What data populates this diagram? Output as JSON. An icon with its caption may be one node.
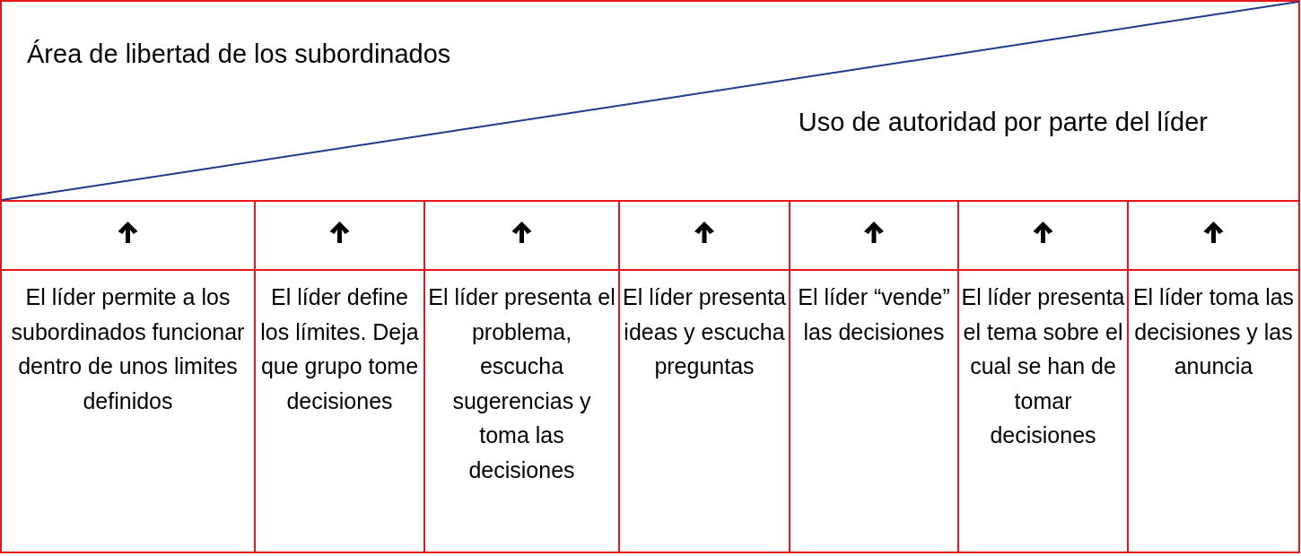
{
  "diagram": {
    "labels": [
      "Área de libertad de los subordinados",
      "Uso de autoridad por parte del líder",
      "El líder permite a los subordinados funcionar dentro de unos limites definidos",
      "El líder define los límites. Deja que grupo tome decisiones",
      "El líder presenta el problema, escucha sugerencias y toma las decisiones",
      "El líder presenta ideas y escucha preguntas",
      "El líder “vende” las decisiones",
      "El líder presenta el tema sobre el cual se han de tomar decisiones",
      "El líder toma las decisiones y las anuncia"
    ]
  }
}
